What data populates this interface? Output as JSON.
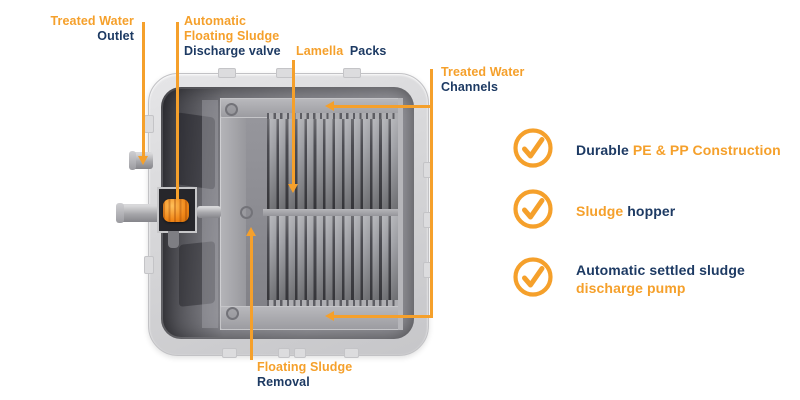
{
  "colors": {
    "orange": "#F5A02B",
    "navy": "#1D3A63",
    "valve_orange": "#F08718"
  },
  "callouts": {
    "treated_water_outlet": {
      "line1": "Treated Water",
      "line2": "Outlet"
    },
    "automatic_valve": {
      "line1": "Automatic",
      "line2": "Floating Sludge",
      "line3": "Discharge valve"
    },
    "lamella_packs": {
      "part1": "Lamella",
      "part2": "Packs"
    },
    "treated_water_channels": {
      "line1": "Treated Water",
      "line2": "Channels"
    },
    "floating_sludge_removal": {
      "line1": "Floating Sludge",
      "line2": "Removal"
    }
  },
  "features": [
    {
      "part1": "Durable",
      "part2": "PE & PP Construction"
    },
    {
      "part1": "Sludge",
      "part2": "hopper"
    },
    {
      "part1": "Automatic settled sludge",
      "part2": "discharge pump"
    }
  ]
}
